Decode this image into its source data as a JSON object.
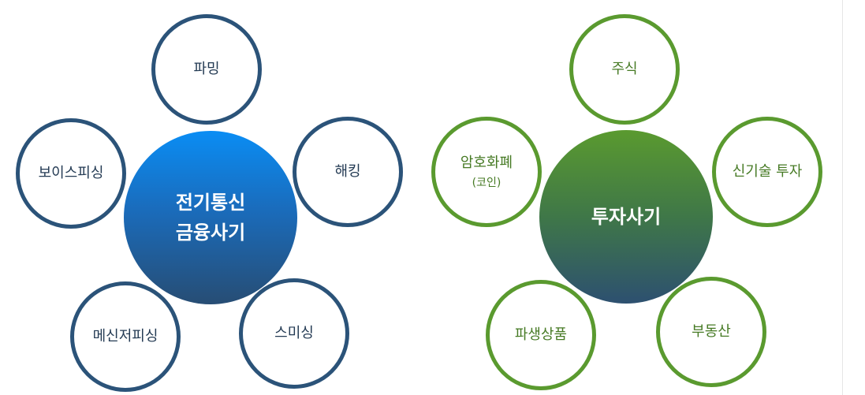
{
  "left_diagram": {
    "center_lines": [
      "전기통신",
      "금융사기"
    ],
    "nodes": [
      "파밍",
      "해킹",
      "스미싱",
      "메신저피싱",
      "보이스피싱"
    ]
  },
  "right_diagram": {
    "center_lines": [
      "투자사기"
    ],
    "nodes": [
      {
        "label": "주식",
        "sub": ""
      },
      {
        "label": "신기술 투자",
        "sub": ""
      },
      {
        "label": "부동산",
        "sub": ""
      },
      {
        "label": "파생상품",
        "sub": ""
      },
      {
        "label": "암호화폐",
        "sub": "(코인)"
      }
    ]
  },
  "colors": {
    "blue_ring": "#2b5379",
    "blue_hub_top": "#0a8df4",
    "blue_hub_bottom": "#274d74",
    "green_ring": "#5a9a2f",
    "green_hub_top": "#5a9a2f",
    "green_hub_bottom": "#2d5070"
  }
}
